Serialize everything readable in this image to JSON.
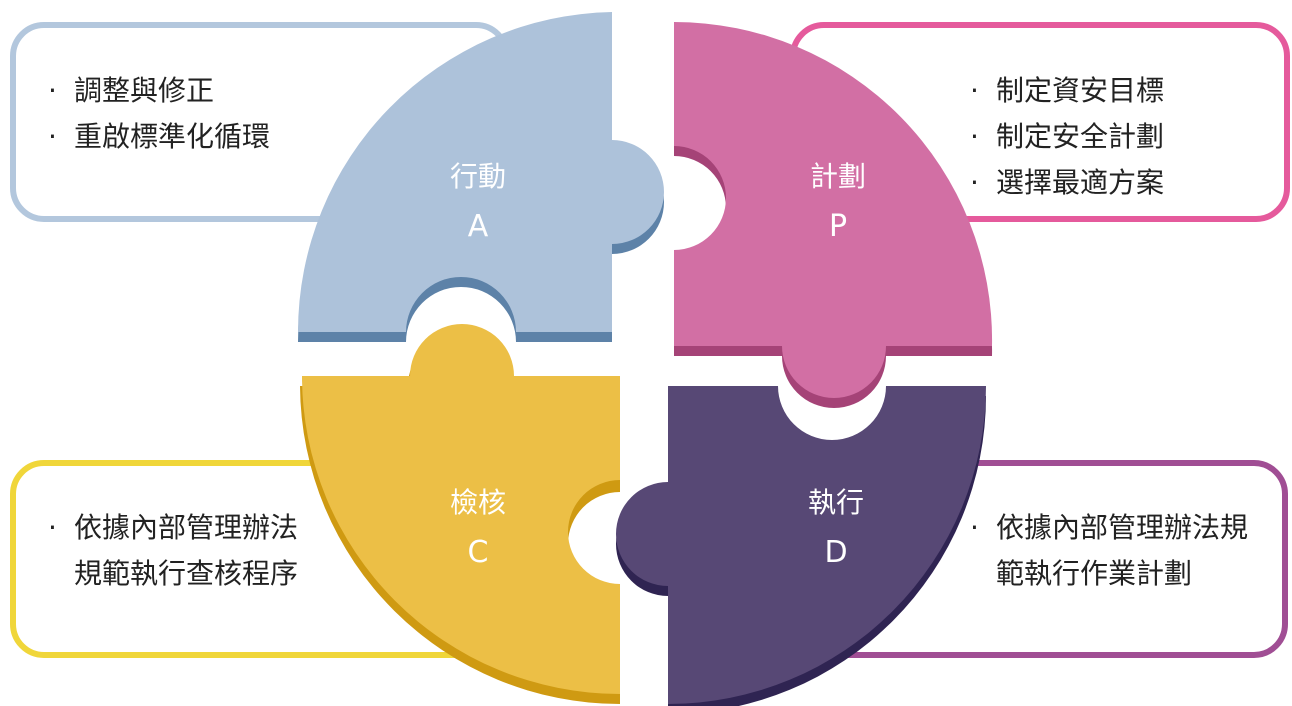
{
  "colors": {
    "act": "#adc2da",
    "plan": "#d26fa4",
    "check": "#ecbf46",
    "do": "#574875",
    "act_border": "#b3c7dd",
    "plan_border": "#e55a9c",
    "check_border": "#f0d63a",
    "do_border": "#a04e94"
  },
  "pieces": {
    "act": {
      "name": "行動",
      "letter": "A"
    },
    "plan": {
      "name": "計劃",
      "letter": "P"
    },
    "check": {
      "name": "檢核",
      "letter": "C"
    },
    "do": {
      "name": "執行",
      "letter": "D"
    }
  },
  "cards": {
    "act": {
      "items": [
        "調整與修正",
        "重啟標準化循環"
      ]
    },
    "plan": {
      "items": [
        "制定資安目標",
        "制定安全計劃",
        "選擇最適方案"
      ]
    },
    "check": {
      "items": [
        "依據內部管理辦法規範執行查核程序"
      ]
    },
    "do": {
      "items": [
        "依據內部管理辦法規範執行作業計劃"
      ]
    }
  }
}
